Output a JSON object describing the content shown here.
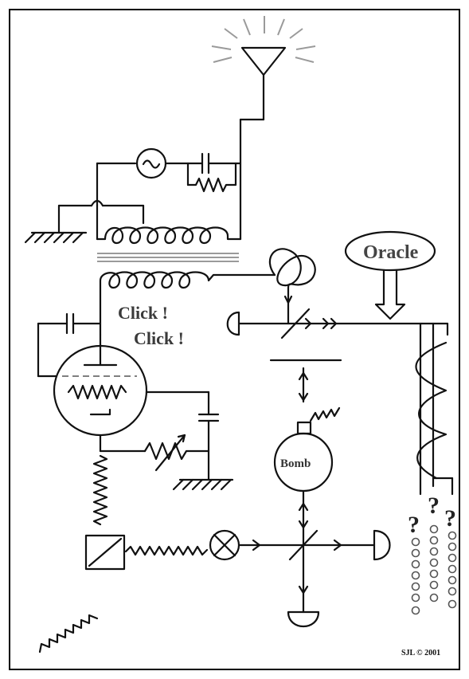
{
  "labels": {
    "click_1": "Click !",
    "click_2": "Click !",
    "oracle": "Oracle",
    "bomb": "Bomb",
    "question_mark": "?",
    "copyright": "SJL © 2001"
  },
  "colors": {
    "ink": "#111111",
    "tube_fill": "#f2f2f2",
    "bomb_fill": "#cfcfcf",
    "frame": "#000000"
  }
}
